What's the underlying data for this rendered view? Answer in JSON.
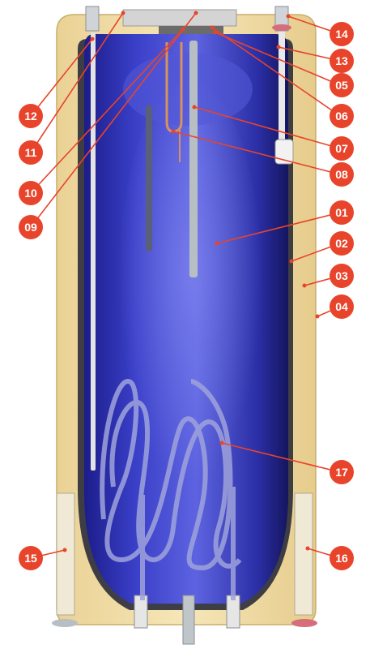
{
  "callouts": [
    {
      "id": "01",
      "label": "01"
    },
    {
      "id": "02",
      "label": "02"
    },
    {
      "id": "03",
      "label": "03"
    },
    {
      "id": "04",
      "label": "04"
    },
    {
      "id": "05",
      "label": "05"
    },
    {
      "id": "06",
      "label": "06"
    },
    {
      "id": "07",
      "label": "07"
    },
    {
      "id": "08",
      "label": "08"
    },
    {
      "id": "09",
      "label": "09"
    },
    {
      "id": "10",
      "label": "10"
    },
    {
      "id": "11",
      "label": "11"
    },
    {
      "id": "12",
      "label": "12"
    },
    {
      "id": "13",
      "label": "13"
    },
    {
      "id": "14",
      "label": "14"
    },
    {
      "id": "15",
      "label": "15"
    },
    {
      "id": "16",
      "label": "16"
    },
    {
      "id": "17",
      "label": "17"
    }
  ],
  "colors": {
    "badge": "#e8442b",
    "insulation": "#f2dea8",
    "tank": "#3b3fc4",
    "pipe": "#e6e6e6",
    "leader": "#e8442b"
  }
}
